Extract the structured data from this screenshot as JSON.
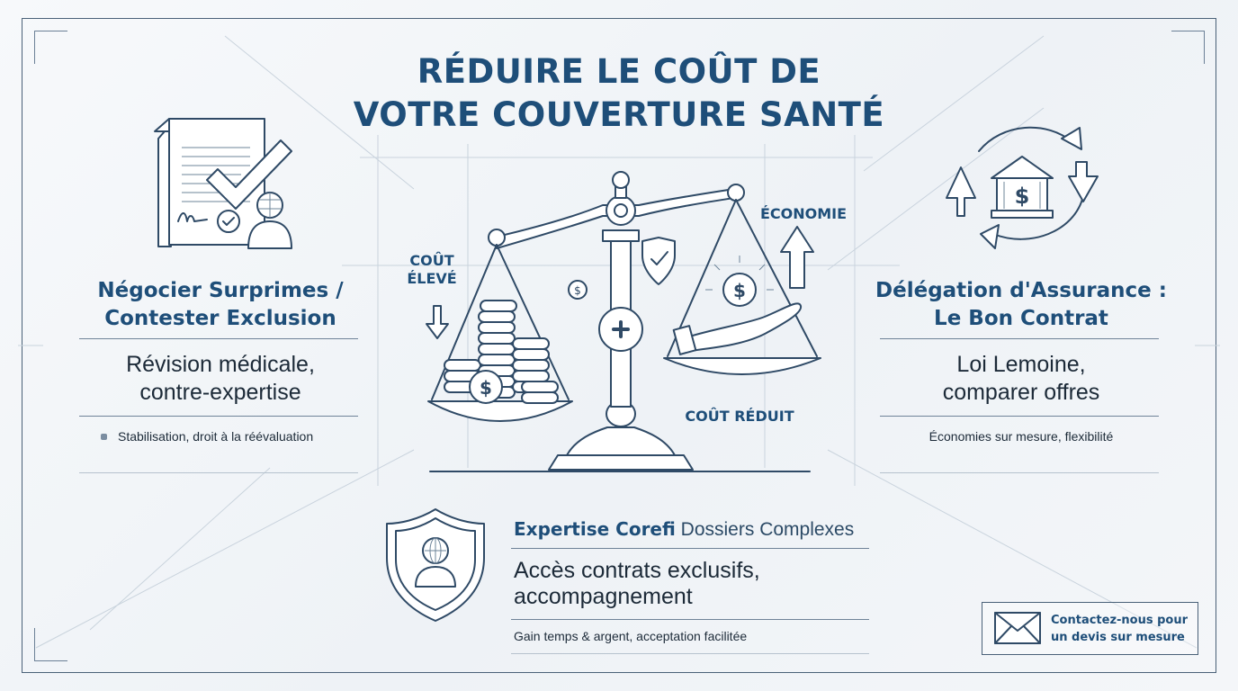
{
  "title": {
    "line1": "RÉDUIRE LE COÛT DE",
    "line2": "VOTRE COUVERTURE SANTÉ"
  },
  "left": {
    "heading_line1": "Négocier Surprimes /",
    "heading_line2": "Contester Exclusion",
    "body_line1": "Révision médicale,",
    "body_line2": "contre-expertise",
    "note": "Stabilisation, droit à la réévaluation",
    "icon": "contract-signature-check-icon"
  },
  "right": {
    "heading_line1": "Délégation d'Assurance :",
    "heading_line2": "Le Bon Contrat",
    "body_line1": "Loi Lemoine,",
    "body_line2": "comparer offres",
    "note": "Économies sur mesure, flexibilité",
    "icon": "bank-cycle-arrows-icon"
  },
  "scale": {
    "left_label_line1": "COÛT",
    "left_label_line2": "ÉLEVÉ",
    "economy_label": "ÉCONOMIE",
    "reduced_label": "COÛT RÉDUIT",
    "coin_symbol": "$",
    "icon": "balance-scale-icon"
  },
  "bottom": {
    "heading_bold": "Expertise Corefi",
    "heading_light": "Dossiers Complexes",
    "body_line1": "Accès contrats exclusifs,",
    "body_line2": "accompagnement",
    "note": "Gain temps & argent, acceptation facilitée",
    "icon": "shield-user-icon"
  },
  "cta": {
    "line1": "Contactez-nous pour",
    "line2": "un devis sur mesure",
    "icon": "envelope-icon"
  },
  "colors": {
    "accent": "#1e4e79",
    "line": "#2f4a66",
    "text": "#1c2a38",
    "background": "#f2f5f8"
  }
}
